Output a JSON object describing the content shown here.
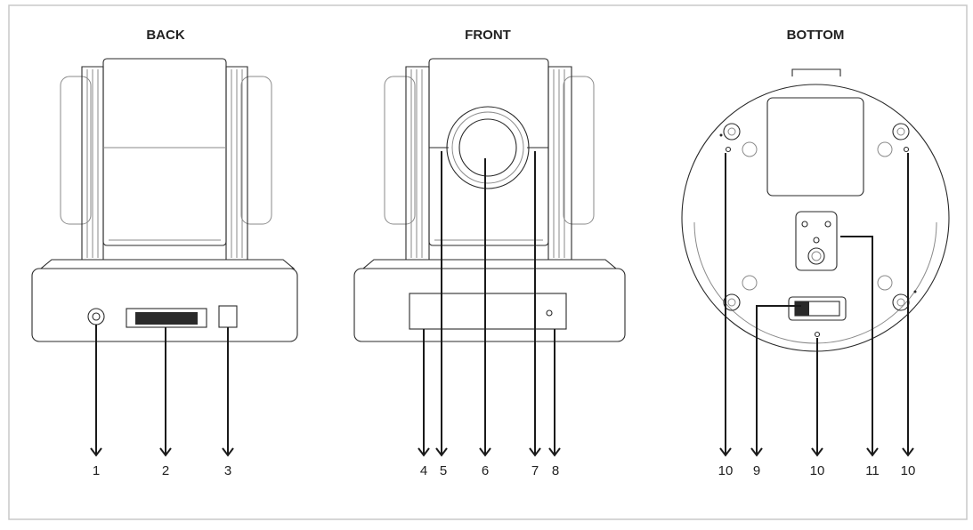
{
  "views": [
    {
      "id": "back",
      "title": "BACK"
    },
    {
      "id": "front",
      "title": "FRONT"
    },
    {
      "id": "bottom",
      "title": "BOTTOM"
    }
  ],
  "callouts": [
    {
      "label": "1"
    },
    {
      "label": "2"
    },
    {
      "label": "3"
    },
    {
      "label": "4"
    },
    {
      "label": "5"
    },
    {
      "label": "6"
    },
    {
      "label": "7"
    },
    {
      "label": "8"
    },
    {
      "label": "10"
    },
    {
      "label": "9"
    },
    {
      "label": "10"
    },
    {
      "label": "11"
    },
    {
      "label": "10"
    }
  ],
  "colors": {
    "line": "#2a2a2a",
    "light_line": "#8a8a8a",
    "frame": "#c8c8c8"
  }
}
